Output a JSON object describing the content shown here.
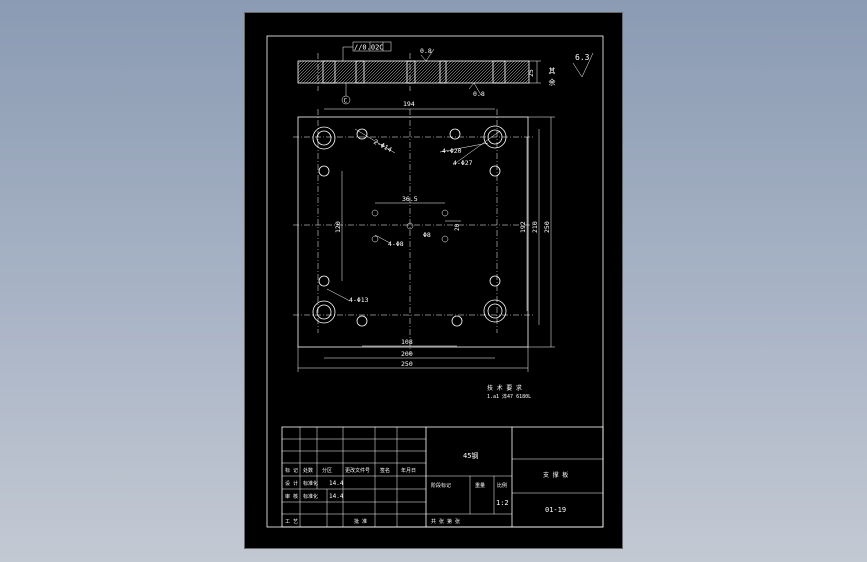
{
  "section_view": {
    "flatness_frame": "//0.02C",
    "roughness_top": "0.8",
    "roughness_bottom": "0.8",
    "datum": "C",
    "thickness_dim": "25",
    "other_roughness_label": "其 余",
    "other_roughness_value": "6.3"
  },
  "plan_view": {
    "dim_top_194": "194",
    "dim_365": "36.5",
    "dim_left_120": "120",
    "dim_right_192": "192",
    "dim_right_210": "210",
    "dim_right_250": "250",
    "dim_bottom_108": "108",
    "dim_bottom_200": "200",
    "dim_bottom_250": "250",
    "label_hole_14": "2-Φ14",
    "label_hole_20": "4-Φ20",
    "label_hole_27": "4-Φ27",
    "label_hole_8": "4-Φ8",
    "label_hole_center": "Φ8",
    "label_hole_13": "4-Φ13",
    "dim_small_right": "20"
  },
  "notes": {
    "title": "技 术 要 求",
    "line1": "1.a1 淬47 6180L"
  },
  "title_block": {
    "material": "45钢",
    "part_name": "支 撑 板",
    "drawing_no": "01-19",
    "scale": "1:2",
    "row_headers": [
      "标 记",
      "处数",
      "分区",
      "更改文件号",
      "签名",
      "年月日"
    ],
    "row_design": [
      "设 计",
      "标准化",
      "14.4"
    ],
    "row_check": [
      "审 核",
      "标准化",
      "14.4"
    ],
    "row_craft": "工 艺",
    "row_approve": "批 准",
    "stage_label": "阶段标记",
    "weight_label": "重量",
    "scale_label": "比例",
    "sheets_label": "共  张    第  张"
  }
}
